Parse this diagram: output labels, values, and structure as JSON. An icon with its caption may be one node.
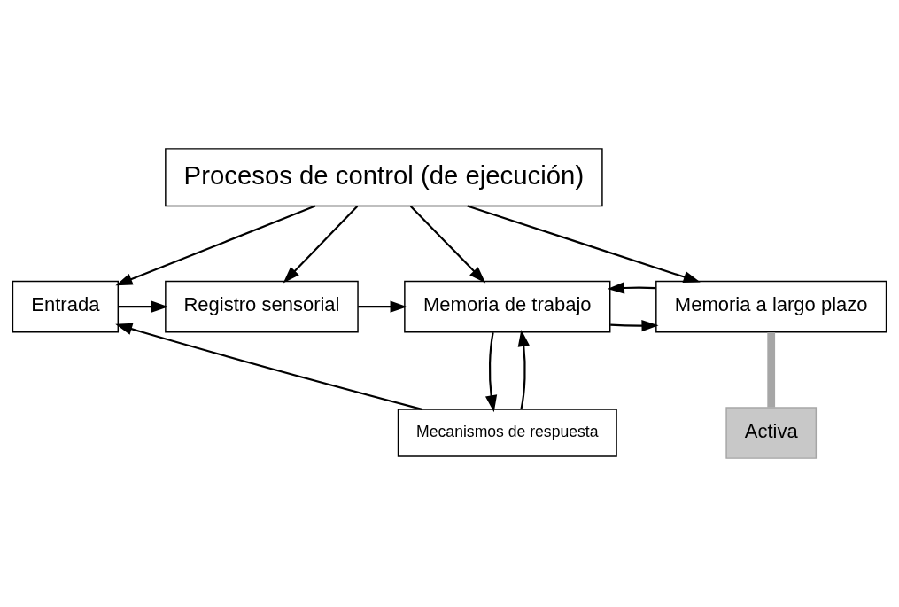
{
  "diagram": {
    "nodes": [
      {
        "text": [
          "Procesos de control (de ejecución)"
        ]
      },
      {
        "text": [
          "Entrada"
        ]
      },
      {
        "text": [
          "Registro sensorial"
        ]
      },
      {
        "text": [
          "Memoria de trabajo"
        ]
      },
      {
        "text": [
          "Memoria a largo plazo"
        ]
      },
      {
        "text": [
          "Mecanismos de respuesta"
        ]
      },
      {
        "text": [
          "Activa"
        ]
      }
    ],
    "edges": [
      {
        "from": 0,
        "to": 1,
        "arrow": "to"
      },
      {
        "from": 0,
        "to": 2,
        "arrow": "to"
      },
      {
        "from": 0,
        "to": 3,
        "arrow": "to"
      },
      {
        "from": 0,
        "to": 4,
        "arrow": "to"
      },
      {
        "from": 1,
        "to": 2,
        "arrow": "to"
      },
      {
        "from": 2,
        "to": 3,
        "arrow": "to"
      },
      {
        "from": 3,
        "to": 4,
        "arrow": "to"
      },
      {
        "from": 4,
        "to": 3,
        "arrow": "to"
      },
      {
        "from": 3,
        "to": 5,
        "arrow": "to"
      },
      {
        "from": 5,
        "to": 3,
        "arrow": "to"
      },
      {
        "from": 5,
        "to": 1,
        "arrow": "to"
      },
      {
        "from": 4,
        "to": 6,
        "arrow": "none",
        "style": "thick",
        "color": "#a6a6a6"
      }
    ]
  }
}
